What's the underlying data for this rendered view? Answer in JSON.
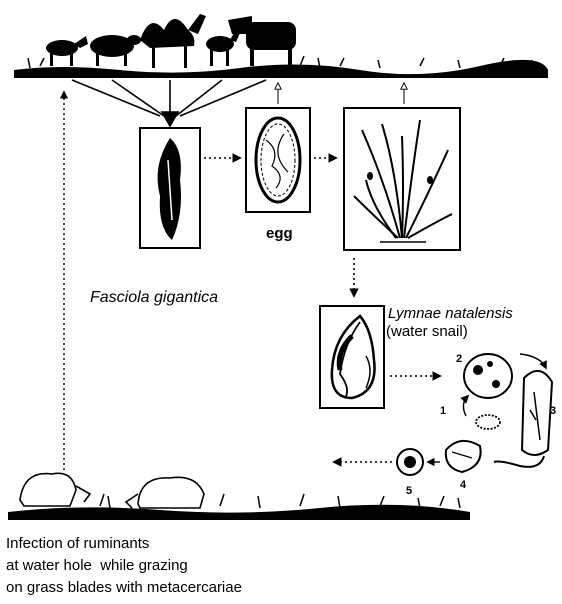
{
  "labels": {
    "egg": "egg",
    "species": "Fasciola gigantica",
    "snail_name": "Lymnae natalensis",
    "snail_common": "(water snail)",
    "infection_line1": "Infection of ruminants",
    "infection_line2": "at water hole  while grazing",
    "infection_line3": "on grass blades with metacercariae"
  },
  "stages": [
    "1",
    "2",
    "3",
    "4",
    "5"
  ],
  "colors": {
    "ink": "#000000",
    "paper": "#ffffff"
  }
}
